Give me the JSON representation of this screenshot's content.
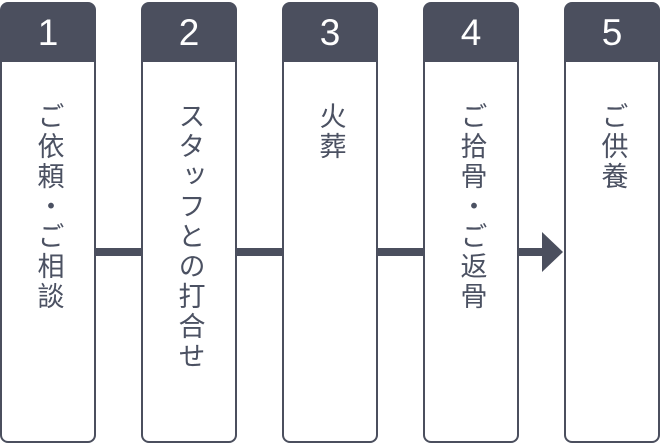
{
  "flow": {
    "title": "service-process-flow",
    "steps": [
      {
        "number": "1",
        "label": "ご依頼・ご相談"
      },
      {
        "number": "2",
        "label": "スタッフとの打合せ"
      },
      {
        "number": "3",
        "label": "火葬"
      },
      {
        "number": "4",
        "label": "ご拾骨・ご返骨"
      },
      {
        "number": "5",
        "label": "ご供養"
      }
    ],
    "connectors": {
      "between_steps_1_to_4": "horizontal-line",
      "between_steps_4_and_5": "arrow-right-icon"
    },
    "colors": {
      "accent_dark_slate": "#4b4f5e",
      "label_text": "#4b5162",
      "card_background": "#ffffff",
      "number_text": "#ffffff"
    }
  }
}
